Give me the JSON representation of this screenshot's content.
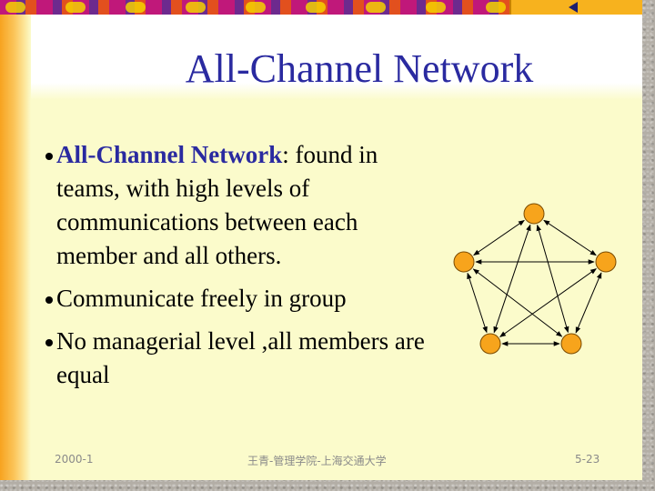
{
  "slide": {
    "title": "All-Channel Network",
    "bullets": [
      {
        "bold": "All-Channel Network",
        "text": ": found in teams, with high levels of communications between each member and all others."
      },
      {
        "bold": "",
        "text": "Communicate freely in group"
      },
      {
        "bold": "",
        "text": "No managerial level ,all members are equal"
      }
    ]
  },
  "footer": {
    "left": "2000-1",
    "center": "王青-管理学院-上海交通大学",
    "right": "5-23"
  },
  "colors": {
    "title": "#2a2aa0",
    "node_fill": "#f7a41c",
    "background": "#fbfbcb",
    "left_bar": "#f7a31f"
  },
  "icons": {
    "nav": "back-arrow-icon",
    "network": "all-channel-network-diagram"
  }
}
